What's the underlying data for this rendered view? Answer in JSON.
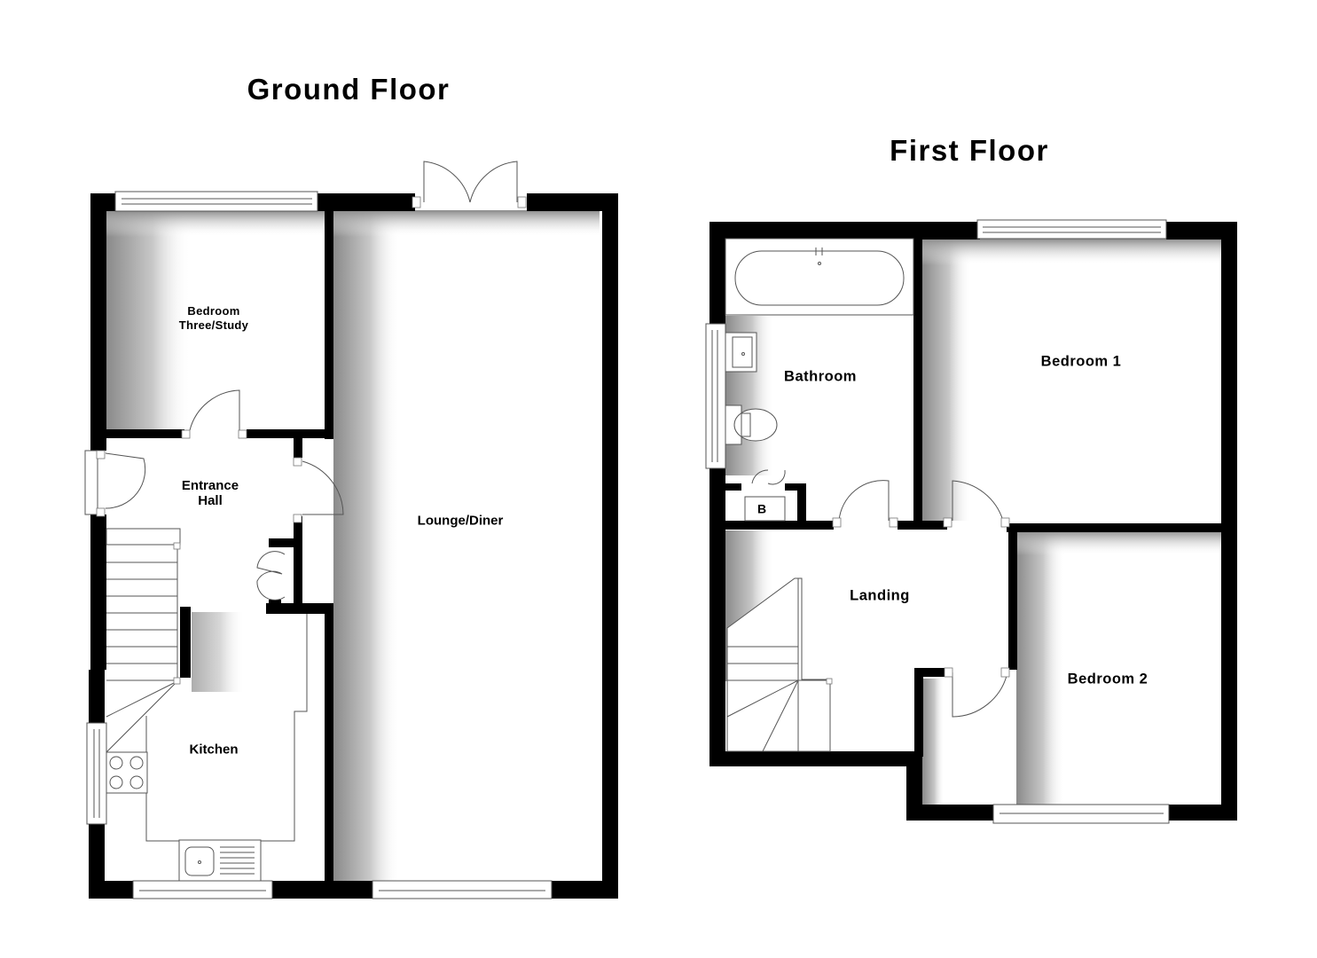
{
  "floors": [
    {
      "title": "Ground Floor",
      "rooms": [
        {
          "id": "bedroom-three-study",
          "label": "Bedroom\nThree/Study"
        },
        {
          "id": "entrance-hall",
          "label": "Entrance\nHall"
        },
        {
          "id": "kitchen",
          "label": "Kitchen"
        },
        {
          "id": "lounge-diner",
          "label": "Lounge/Diner"
        }
      ]
    },
    {
      "title": "First Floor",
      "rooms": [
        {
          "id": "bathroom",
          "label": "Bathroom"
        },
        {
          "id": "bedroom-1",
          "label": "Bedroom 1"
        },
        {
          "id": "landing",
          "label": "Landing"
        },
        {
          "id": "bedroom-2",
          "label": "Bedroom 2"
        },
        {
          "id": "boiler-cupboard",
          "label": "B"
        }
      ]
    }
  ],
  "colors": {
    "wall": "#000000",
    "background": "#ffffff",
    "shadow": "#8a8a8a"
  }
}
